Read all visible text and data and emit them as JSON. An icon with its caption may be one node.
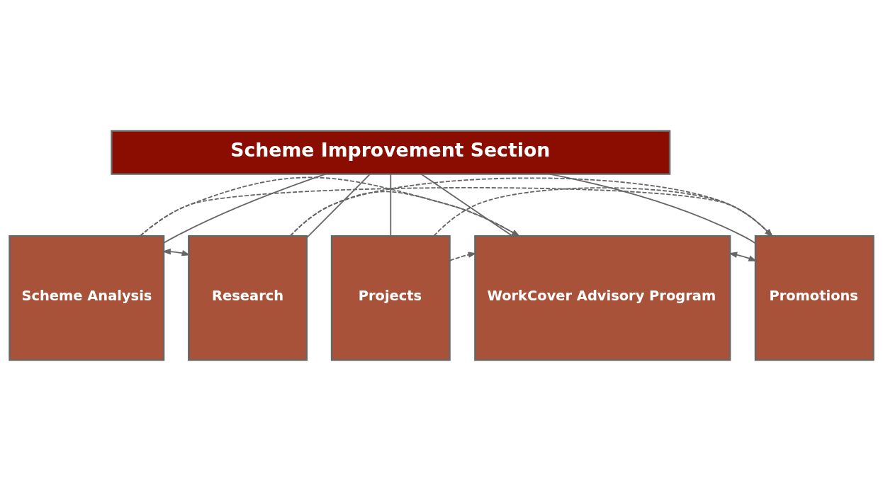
{
  "diagram": {
    "nodes": [
      {
        "text": [
          "Scheme Improvement Section"
        ]
      },
      {
        "text": [
          "Scheme Analysis"
        ]
      },
      {
        "text": [
          "Research"
        ]
      },
      {
        "text": [
          "Projects"
        ]
      },
      {
        "text": [
          "WorkCover Advisory Program"
        ]
      },
      {
        "text": [
          "Promotions"
        ]
      }
    ],
    "edges": [
      {
        "from": 0,
        "to": 1,
        "arrow": "none"
      },
      {
        "from": 0,
        "to": 2,
        "arrow": "none"
      },
      {
        "from": 0,
        "to": 3,
        "arrow": "none"
      },
      {
        "from": 0,
        "to": 4,
        "arrow": "none"
      },
      {
        "from": 0,
        "to": 5,
        "arrow": "none"
      },
      {
        "from": 1,
        "to": 2,
        "arrow": "both"
      },
      {
        "from": 4,
        "to": 5,
        "arrow": "both"
      },
      {
        "from": 1,
        "to": 4,
        "arrow": "to",
        "style": "dashed"
      },
      {
        "from": 1,
        "to": 5,
        "arrow": "to",
        "style": "dashed"
      },
      {
        "from": 2,
        "to": 4,
        "arrow": "to",
        "style": "dashed"
      },
      {
        "from": 2,
        "to": 5,
        "arrow": "to",
        "style": "dashed"
      },
      {
        "from": 3,
        "to": 4,
        "arrow": "to",
        "style": "dashed"
      },
      {
        "from": 3,
        "to": 5,
        "arrow": "to",
        "style": "dashed"
      }
    ]
  }
}
